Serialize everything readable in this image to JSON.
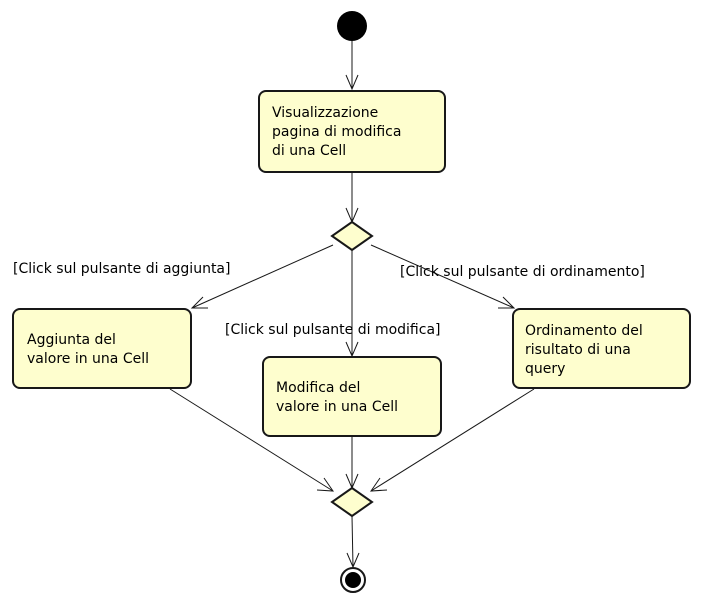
{
  "diagram": {
    "type": "uml-activity",
    "colors": {
      "node_fill": "#FEFECE",
      "node_stroke": "#181818",
      "line": "#181818",
      "start_fill": "#000000"
    },
    "nodes": {
      "start": {
        "kind": "initial"
      },
      "view_edit_page": {
        "kind": "action",
        "lines": [
          "Visualizzazione",
          "pagina di modifica",
          "di una Cell"
        ]
      },
      "decision": {
        "kind": "decision"
      },
      "add_value": {
        "kind": "action",
        "lines": [
          "Aggiunta del",
          "valore in una Cell"
        ]
      },
      "edit_value": {
        "kind": "action",
        "lines": [
          "Modifica del",
          "valore in una Cell"
        ]
      },
      "sort_result": {
        "kind": "action",
        "lines": [
          "Ordinamento del",
          "risultato di una",
          "query"
        ]
      },
      "merge": {
        "kind": "merge"
      },
      "end": {
        "kind": "final"
      }
    },
    "guards": {
      "add": "[Click sul pulsante di aggiunta]",
      "edit": "[Click sul pulsante di modifica]",
      "sort": "[Click sul pulsante di ordinamento]"
    },
    "edges": [
      {
        "from": "start",
        "to": "view_edit_page"
      },
      {
        "from": "view_edit_page",
        "to": "decision"
      },
      {
        "from": "decision",
        "to": "add_value",
        "guard": "add"
      },
      {
        "from": "decision",
        "to": "edit_value",
        "guard": "edit"
      },
      {
        "from": "decision",
        "to": "sort_result",
        "guard": "sort"
      },
      {
        "from": "add_value",
        "to": "merge"
      },
      {
        "from": "edit_value",
        "to": "merge"
      },
      {
        "from": "sort_result",
        "to": "merge"
      },
      {
        "from": "merge",
        "to": "end"
      }
    ]
  }
}
